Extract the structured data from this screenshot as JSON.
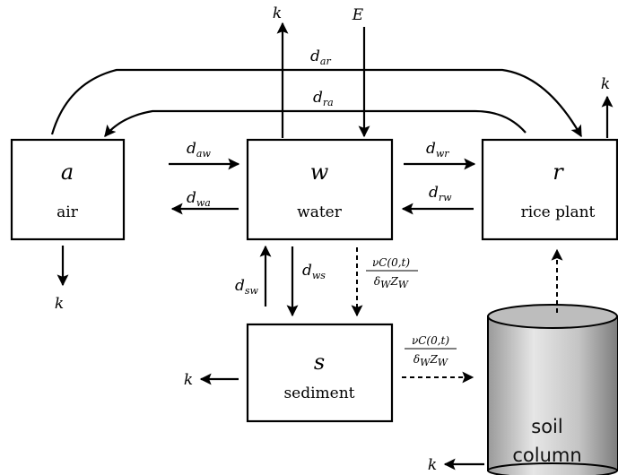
{
  "boxes": {
    "air": {
      "symbol": "a",
      "name": "air"
    },
    "water": {
      "symbol": "w",
      "name": "water"
    },
    "rice": {
      "symbol": "r",
      "name": "rice plant"
    },
    "sediment": {
      "symbol": "s",
      "name": "sediment"
    }
  },
  "soil": {
    "line1": "soil",
    "line2": "column"
  },
  "labels": {
    "k": "k",
    "E": "E",
    "d": "d",
    "ar": "ar",
    "ra": "ra",
    "aw": "aw",
    "wa": "wa",
    "wr": "wr",
    "rw": "rw",
    "ws": "ws",
    "sw": "sw"
  },
  "flux": {
    "numerator": "νC(0,t)",
    "denominator_main": "δ",
    "denominator_sub1": "W",
    "denominator_mid": "Z",
    "denominator_sub2": "W"
  },
  "colors": {
    "soil_light": "#e2e2e2",
    "soil_dark": "#8a8a8a",
    "soil_top": "#bdbdbd"
  }
}
